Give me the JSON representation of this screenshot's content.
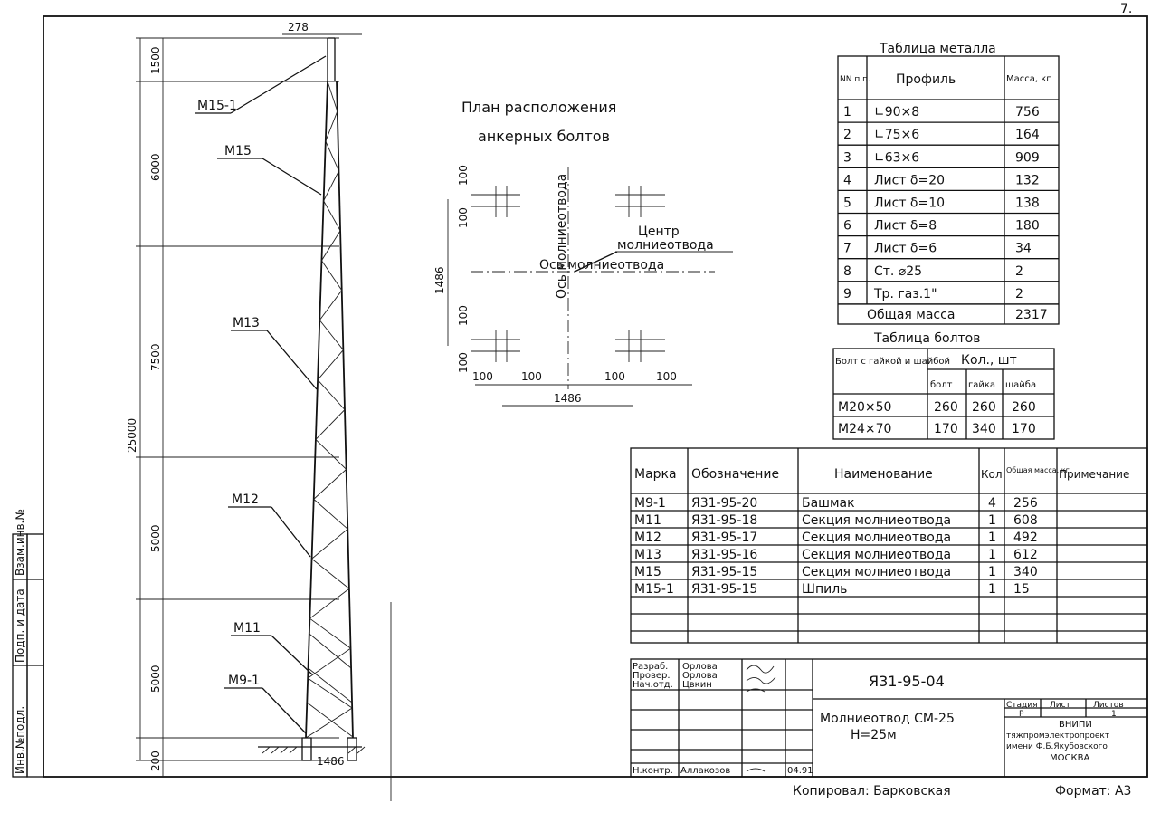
{
  "sheet_number": "7.",
  "top_dimension": "278",
  "left_side_labels": [
    "Инв.№подл.",
    "Подп. и дата",
    "Взам.инв.№"
  ],
  "elevation": {
    "total_height": "25000",
    "segment_dims": [
      "1500",
      "6000",
      "7500",
      "5000",
      "5000",
      "200"
    ],
    "base_width": "1486",
    "callouts": [
      "М15-1",
      "М15",
      "М13",
      "М12",
      "М11",
      "М9-1"
    ]
  },
  "plan": {
    "title_line1": "План расположения",
    "title_line2": "анкерных болтов",
    "center_label_line1": "Центр",
    "center_label_line2": "молниеотвода",
    "axis_label_h": "Ось молниеотвода",
    "axis_label_v": "Ось молниеотвода",
    "dim_span_v": "1486",
    "dim_span_h": "1486",
    "dim_100": "100"
  },
  "metal_table": {
    "title": "Таблица металла",
    "headers": [
      "NN п.п.",
      "Профиль",
      "Масса, кг"
    ],
    "rows": [
      [
        "1",
        "∟90×8",
        "756"
      ],
      [
        "2",
        "∟75×6",
        "164"
      ],
      [
        "3",
        "∟63×6",
        "909"
      ],
      [
        "4",
        "Лист δ=20",
        "132"
      ],
      [
        "5",
        "Лист δ=10",
        "138"
      ],
      [
        "6",
        "Лист δ=8",
        "180"
      ],
      [
        "7",
        "Лист δ=6",
        "34"
      ],
      [
        "8",
        "Ст. ⌀25",
        "2"
      ],
      [
        "9",
        "Тр. газ.1\"",
        "2"
      ]
    ],
    "total_label": "Общая масса",
    "total_value": "2317"
  },
  "bolt_table": {
    "title": "Таблица болтов",
    "head1": "Болт с гайкой и шайбой",
    "head2": "Кол., шт",
    "subheads": [
      "болт",
      "гайка",
      "шайба"
    ],
    "rows": [
      [
        "М20×50",
        "260",
        "260",
        "260"
      ],
      [
        "М24×70",
        "170",
        "340",
        "170"
      ]
    ]
  },
  "spec_table": {
    "headers": [
      "Марка",
      "Обозначение",
      "Наименование",
      "Кол",
      "Общая масса, кг",
      "Примечание"
    ],
    "rows": [
      [
        "М9-1",
        "Я31-95-20",
        "Башмак",
        "4",
        "256",
        ""
      ],
      [
        "М11",
        "Я31-95-18",
        "Секция молниеотвода",
        "1",
        "608",
        ""
      ],
      [
        "М12",
        "Я31-95-17",
        "Секция молниеотвода",
        "1",
        "492",
        ""
      ],
      [
        "М13",
        "Я31-95-16",
        "Секция молниеотвода",
        "1",
        "612",
        ""
      ],
      [
        "М15",
        "Я31-95-15",
        "Секция молниеотвода",
        "1",
        "340",
        ""
      ],
      [
        "М15-1",
        "Я31-95-15",
        "Шпиль",
        "1",
        "15",
        ""
      ]
    ]
  },
  "title_block": {
    "roles": [
      [
        "Разраб.",
        "Орлова"
      ],
      [
        "Провер.",
        "Орлова"
      ],
      [
        "Нач.отд.",
        "Цвкин"
      ],
      [
        "Н.контр.",
        "Аллакозов"
      ]
    ],
    "date": "04.91",
    "doc_code": "Я31-95-04",
    "name_line1": "Молниеотвод СМ-25",
    "name_line2": "Н=25м",
    "stage_label": "Стадия",
    "sheet_label": "Лист",
    "sheets_label": "Листов",
    "stage_value": "Р",
    "sheets_value": "1",
    "org_line1": "ВНИПИ",
    "org_line2": "тяжпромэлектропроект",
    "org_line3": "имени Ф.Б.Якубовского",
    "org_line4": "МОСКВА"
  },
  "footer": {
    "copied": "Копировал: Барковская",
    "format": "Формат: А3"
  }
}
